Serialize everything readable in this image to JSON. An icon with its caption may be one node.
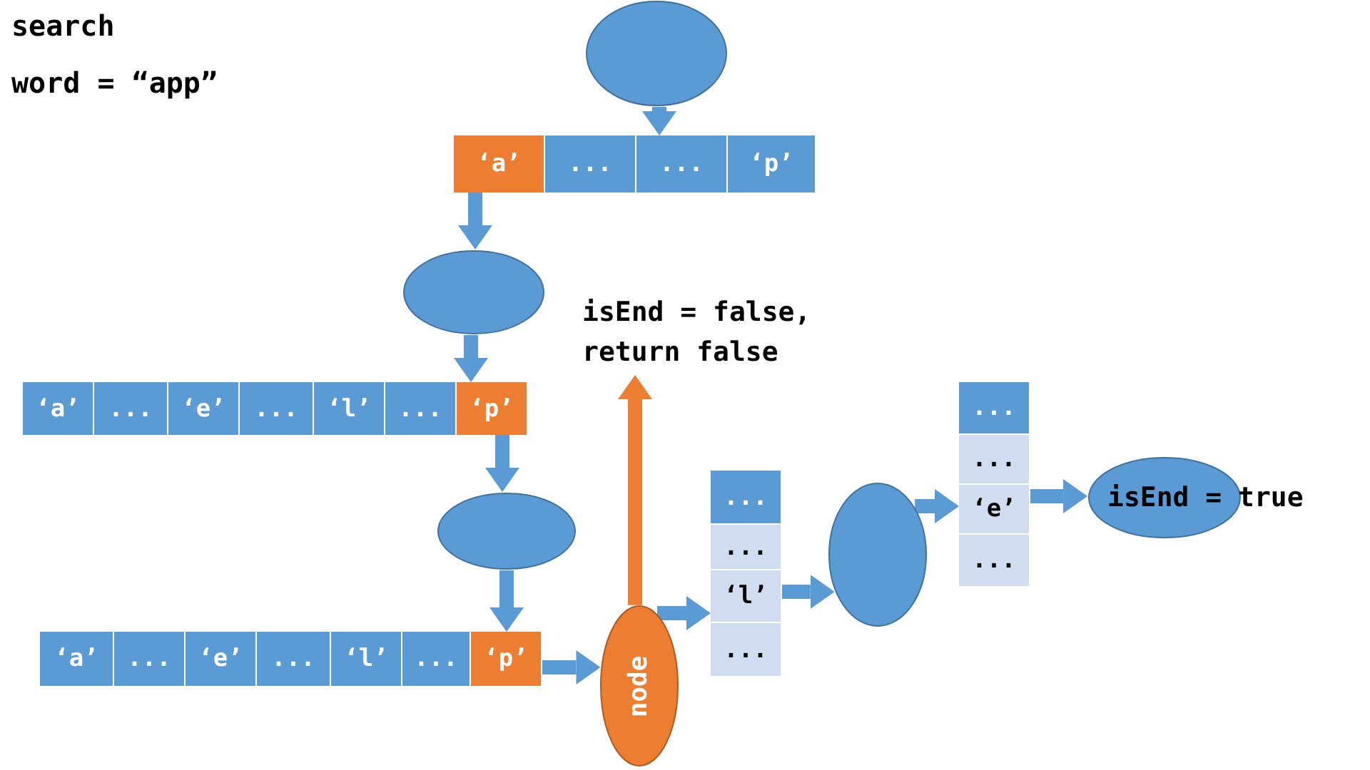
{
  "diagram": {
    "nodes": [
      {
        "text": [],
        "shape": "ellipse"
      },
      {
        "text": [
          "‘a’"
        ]
      },
      {
        "text": [
          "..."
        ]
      },
      {
        "text": [
          "..."
        ]
      },
      {
        "text": [
          "‘p’"
        ]
      },
      {
        "text": [],
        "shape": "ellipse"
      },
      {
        "text": [
          "‘a’"
        ]
      },
      {
        "text": [
          "..."
        ]
      },
      {
        "text": [
          "‘e’"
        ]
      },
      {
        "text": [
          "..."
        ]
      },
      {
        "text": [
          "‘l’"
        ]
      },
      {
        "text": [
          "..."
        ]
      },
      {
        "text": [
          "‘p’"
        ]
      },
      {
        "text": [],
        "shape": "ellipse"
      },
      {
        "text": [
          "‘a’"
        ]
      },
      {
        "text": [
          "..."
        ]
      },
      {
        "text": [
          "‘e’"
        ]
      },
      {
        "text": [
          "..."
        ]
      },
      {
        "text": [
          "‘l’"
        ]
      },
      {
        "text": [
          "..."
        ]
      },
      {
        "text": [
          "‘p’"
        ]
      },
      {
        "text": [
          "node"
        ]
      },
      {
        "text": [
          "isEnd = false, return false"
        ]
      },
      {
        "text": [
          "..."
        ]
      },
      {
        "text": [
          "..."
        ]
      },
      {
        "text": [
          "‘l’"
        ]
      },
      {
        "text": [
          "..."
        ]
      },
      {
        "text": [],
        "shape": "ellipse"
      },
      {
        "text": [
          "..."
        ]
      },
      {
        "text": [
          "..."
        ]
      },
      {
        "text": [
          "‘e’"
        ]
      },
      {
        "text": [
          "..."
        ]
      },
      {
        "text": [
          "isEnd = true"
        ]
      }
    ],
    "edges": [
      {
        "from": 0,
        "to": 3,
        "arrow": "to"
      },
      {
        "from": 1,
        "to": 5,
        "arrow": "to"
      },
      {
        "from": 5,
        "to": 12,
        "arrow": "to"
      },
      {
        "from": 12,
        "to": 13,
        "arrow": "to"
      },
      {
        "from": 13,
        "to": 20,
        "arrow": "to"
      },
      {
        "from": 20,
        "to": 21,
        "arrow": "to"
      },
      {
        "from": 21,
        "to": 22,
        "arrow": "to",
        "color": "#ed7d31"
      },
      {
        "from": 21,
        "to": 25,
        "arrow": "to"
      },
      {
        "from": 25,
        "to": 27,
        "arrow": "to"
      },
      {
        "from": 27,
        "to": 30,
        "arrow": "to"
      },
      {
        "from": 30,
        "to": 32,
        "arrow": "to"
      }
    ],
    "labels": [
      "search",
      "word = “app”"
    ]
  }
}
